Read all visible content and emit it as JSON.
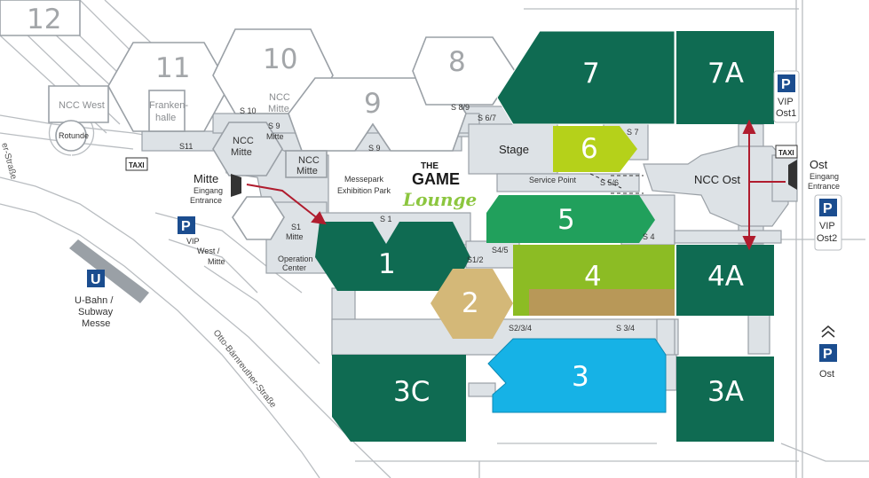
{
  "colors": {
    "dark_green": "#0f6b52",
    "green": "#21a05c",
    "lime": "#8cbc24",
    "yellow_green": "#b5d11a",
    "tan": "#d4b878",
    "brown": "#b89858",
    "blue": "#16b2e6",
    "walkway": "#dde2e6",
    "parking": "#1b4d8f",
    "route": "#b01c2e"
  },
  "halls": {
    "h7": "7",
    "h7a": "7A",
    "h6": "6",
    "h5": "5",
    "h4": "4",
    "h4a": "4A",
    "h1": "1",
    "h2": "2",
    "h3": "3",
    "h3a": "3A",
    "h3c": "3C",
    "h8": "8",
    "h9": "9",
    "h10": "10",
    "h11": "11",
    "h12": "12"
  },
  "buildings": {
    "stage": "Stage",
    "ncc_ost": "NCC Ost",
    "ncc_mitte_a": "NCC",
    "ncc_mitte_b": "Mitte",
    "ncc_mitte2_a": "NCC",
    "ncc_mitte2_b": "Mitte",
    "ncc_west": "NCC West",
    "rotunde": "Rotunde",
    "frankenhalle_a": "Franken-",
    "frankenhalle_b": "halle",
    "ncc_mitte_top_a": "NCC",
    "ncc_mitte_top_b": "Mitte",
    "operation_center_a": "Operation",
    "operation_center_b": "Center",
    "service_point": "Service Point",
    "messepark_a": "Messepark",
    "messepark_b": "Exhibition Park"
  },
  "passages": {
    "s1": "S 1",
    "s1_mitte_a": "S1",
    "s1_mitte_b": "Mitte",
    "s12": "S1/2",
    "s45": "S4/5",
    "s4": "S 4",
    "s34": "S 3/4",
    "s234": "S2/3/4",
    "s56": "S 5/6",
    "s7": "S 7",
    "s67": "S 6/7",
    "s89": "S 8/9",
    "s9": "S 9",
    "s9_mitte_a": "S 9",
    "s9_mitte_b": "Mitte",
    "s10": "S 10",
    "s11": "S11"
  },
  "entrances": {
    "mitte_a": "Mitte",
    "mitte_b": "Eingang",
    "mitte_c": "Entrance",
    "ost_a": "Ost",
    "ost_b": "Eingang",
    "ost_c": "Entrance"
  },
  "parking": {
    "p_letter": "P",
    "vip_ost1_a": "VIP",
    "vip_ost1_b": "Ost1",
    "vip_ost2_a": "VIP",
    "vip_ost2_b": "Ost2",
    "vip_west_a": "VIP",
    "vip_west_b": "West /",
    "vip_west_c": "Mitte",
    "ost": "Ost"
  },
  "taxi": "TAXI",
  "ubahn": {
    "letter": "U",
    "line1": "U-Bahn /",
    "line2": "Subway",
    "line3": "Messe"
  },
  "streets": {
    "otto": "Otto-Bärnreuther-Straße",
    "top_left": "er-Straße"
  },
  "logo": {
    "line1": "THE",
    "line2": "GAME",
    "line3": "Lounge"
  }
}
